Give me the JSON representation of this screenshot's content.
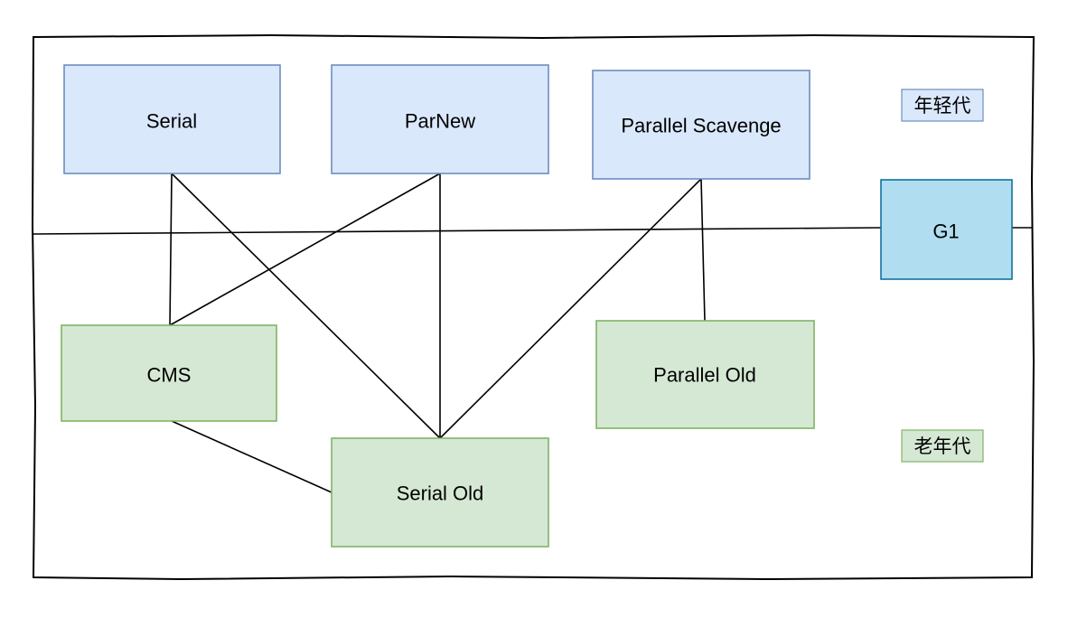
{
  "diagram": {
    "young_gen": {
      "serial": "Serial",
      "parnew": "ParNew",
      "parallel_scavenge": "Parallel Scavenge"
    },
    "old_gen": {
      "cms": "CMS",
      "serial_old": "Serial Old",
      "parallel_old": "Parallel Old"
    },
    "g1": "G1",
    "legend": {
      "young": "年轻代",
      "old": "老年代"
    },
    "colors": {
      "young_fill": "#dae8fc",
      "young_stroke": "#6c8ebf",
      "old_fill": "#d5e8d4",
      "old_stroke": "#82b366",
      "g1_fill": "#b1ddf0",
      "g1_stroke": "#10739e"
    },
    "connections": [
      [
        "Serial",
        "CMS"
      ],
      [
        "Serial",
        "Serial Old"
      ],
      [
        "ParNew",
        "CMS"
      ],
      [
        "ParNew",
        "Serial Old"
      ],
      [
        "Parallel Scavenge",
        "Serial Old"
      ],
      [
        "Parallel Scavenge",
        "Parallel Old"
      ],
      [
        "CMS",
        "Serial Old"
      ]
    ]
  }
}
